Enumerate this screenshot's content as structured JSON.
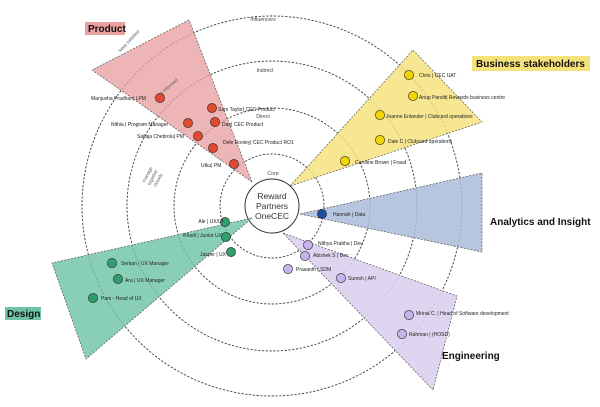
{
  "center": {
    "lines": [
      "Reward",
      "Partners",
      "OneCEC"
    ]
  },
  "rings": [
    {
      "key": "core",
      "label": "Core"
    },
    {
      "key": "direct",
      "label": "Direct"
    },
    {
      "key": "indirect",
      "label": "Indirect"
    },
    {
      "key": "influencers",
      "label": "Influencers"
    }
  ],
  "quadrant_notes": {
    "keep_satisfied": "keep satisfied",
    "keep_informed": "keep informed",
    "manage_closely": [
      "manage",
      "together",
      "closely"
    ]
  },
  "groups": [
    {
      "key": "product",
      "label": "Product",
      "color": "#e8a0a0",
      "dot_color": "#e04a2e",
      "members": [
        {
          "name": "Manjusha Pradhan| LPM"
        },
        {
          "name": "Sam Taylor| CEC Product"
        },
        {
          "name": "Nithia | Program Manager"
        },
        {
          "name": "Dan| CEC Product"
        },
        {
          "name": "Sailaja Chebrolu| PM"
        },
        {
          "name": "Dele Dooley| CEC Product RO1"
        },
        {
          "name": "Utku| PM"
        }
      ]
    },
    {
      "key": "business",
      "label": "Business stakeholders",
      "color": "#f5e27a",
      "dot_color": "#f2d400",
      "members": [
        {
          "name": "Chris | CEC UAT"
        },
        {
          "name": "Anup Pandit| Rewards business centre"
        },
        {
          "name": "Joanne Enlander | Clubcard operations"
        },
        {
          "name": "Dale C | Clubcard operations"
        },
        {
          "name": "Caroline Brown | Fraud"
        }
      ]
    },
    {
      "key": "analytics",
      "label": "Analytics and Insight",
      "color": "#a9bcd9",
      "dot_color": "#1d4fa0",
      "members": [
        {
          "name": "Hannah | Data"
        }
      ]
    },
    {
      "key": "engineering",
      "label": "Engineering",
      "color": "#ddd0ee",
      "dot_color": "#c7b3ec",
      "members": [
        {
          "name": "Nithya Prabha | Dev"
        },
        {
          "name": "Abishek S | Dev"
        },
        {
          "name": "Prasanth | SDM"
        },
        {
          "name": "Suresh | API"
        },
        {
          "name": "Mrinal C. | Head of Software development"
        },
        {
          "name": "Rahman | (HOSD)"
        }
      ]
    },
    {
      "key": "design",
      "label": "Design",
      "color": "#6fc4a8",
      "dot_color": "#2f9e6c",
      "members": [
        {
          "name": "Ale | UX/UI"
        },
        {
          "name": "Khadi | Junior UX"
        },
        {
          "name": "Jasper | UX"
        },
        {
          "name": "Serkan | UX Manager"
        },
        {
          "name": "Ara | UX Manager"
        },
        {
          "name": "Pam - Head of UX"
        }
      ]
    }
  ]
}
